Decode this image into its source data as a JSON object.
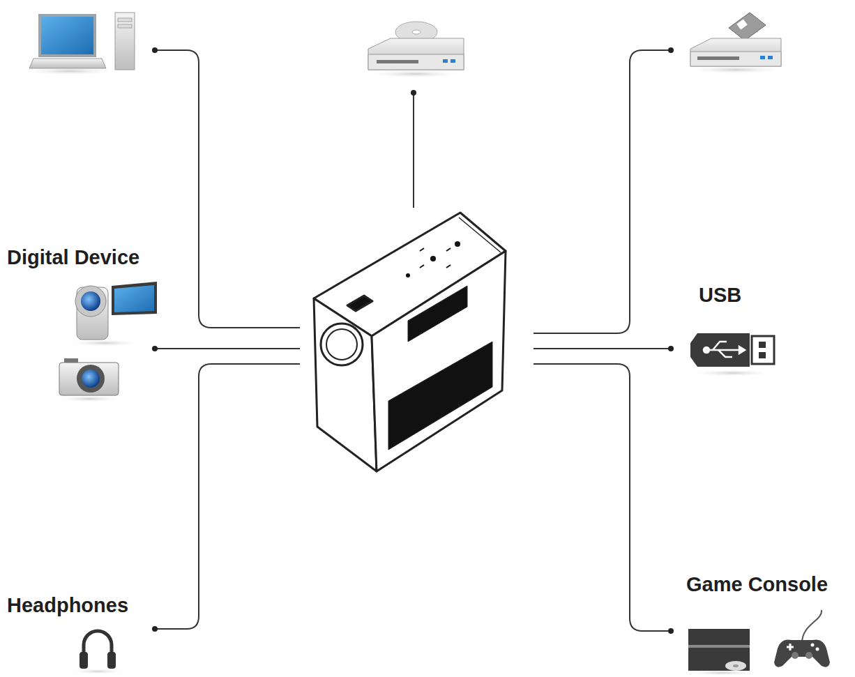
{
  "diagram": {
    "labels": [
      "Digital Device",
      "USB",
      "Headphones",
      "Game Console"
    ]
  }
}
